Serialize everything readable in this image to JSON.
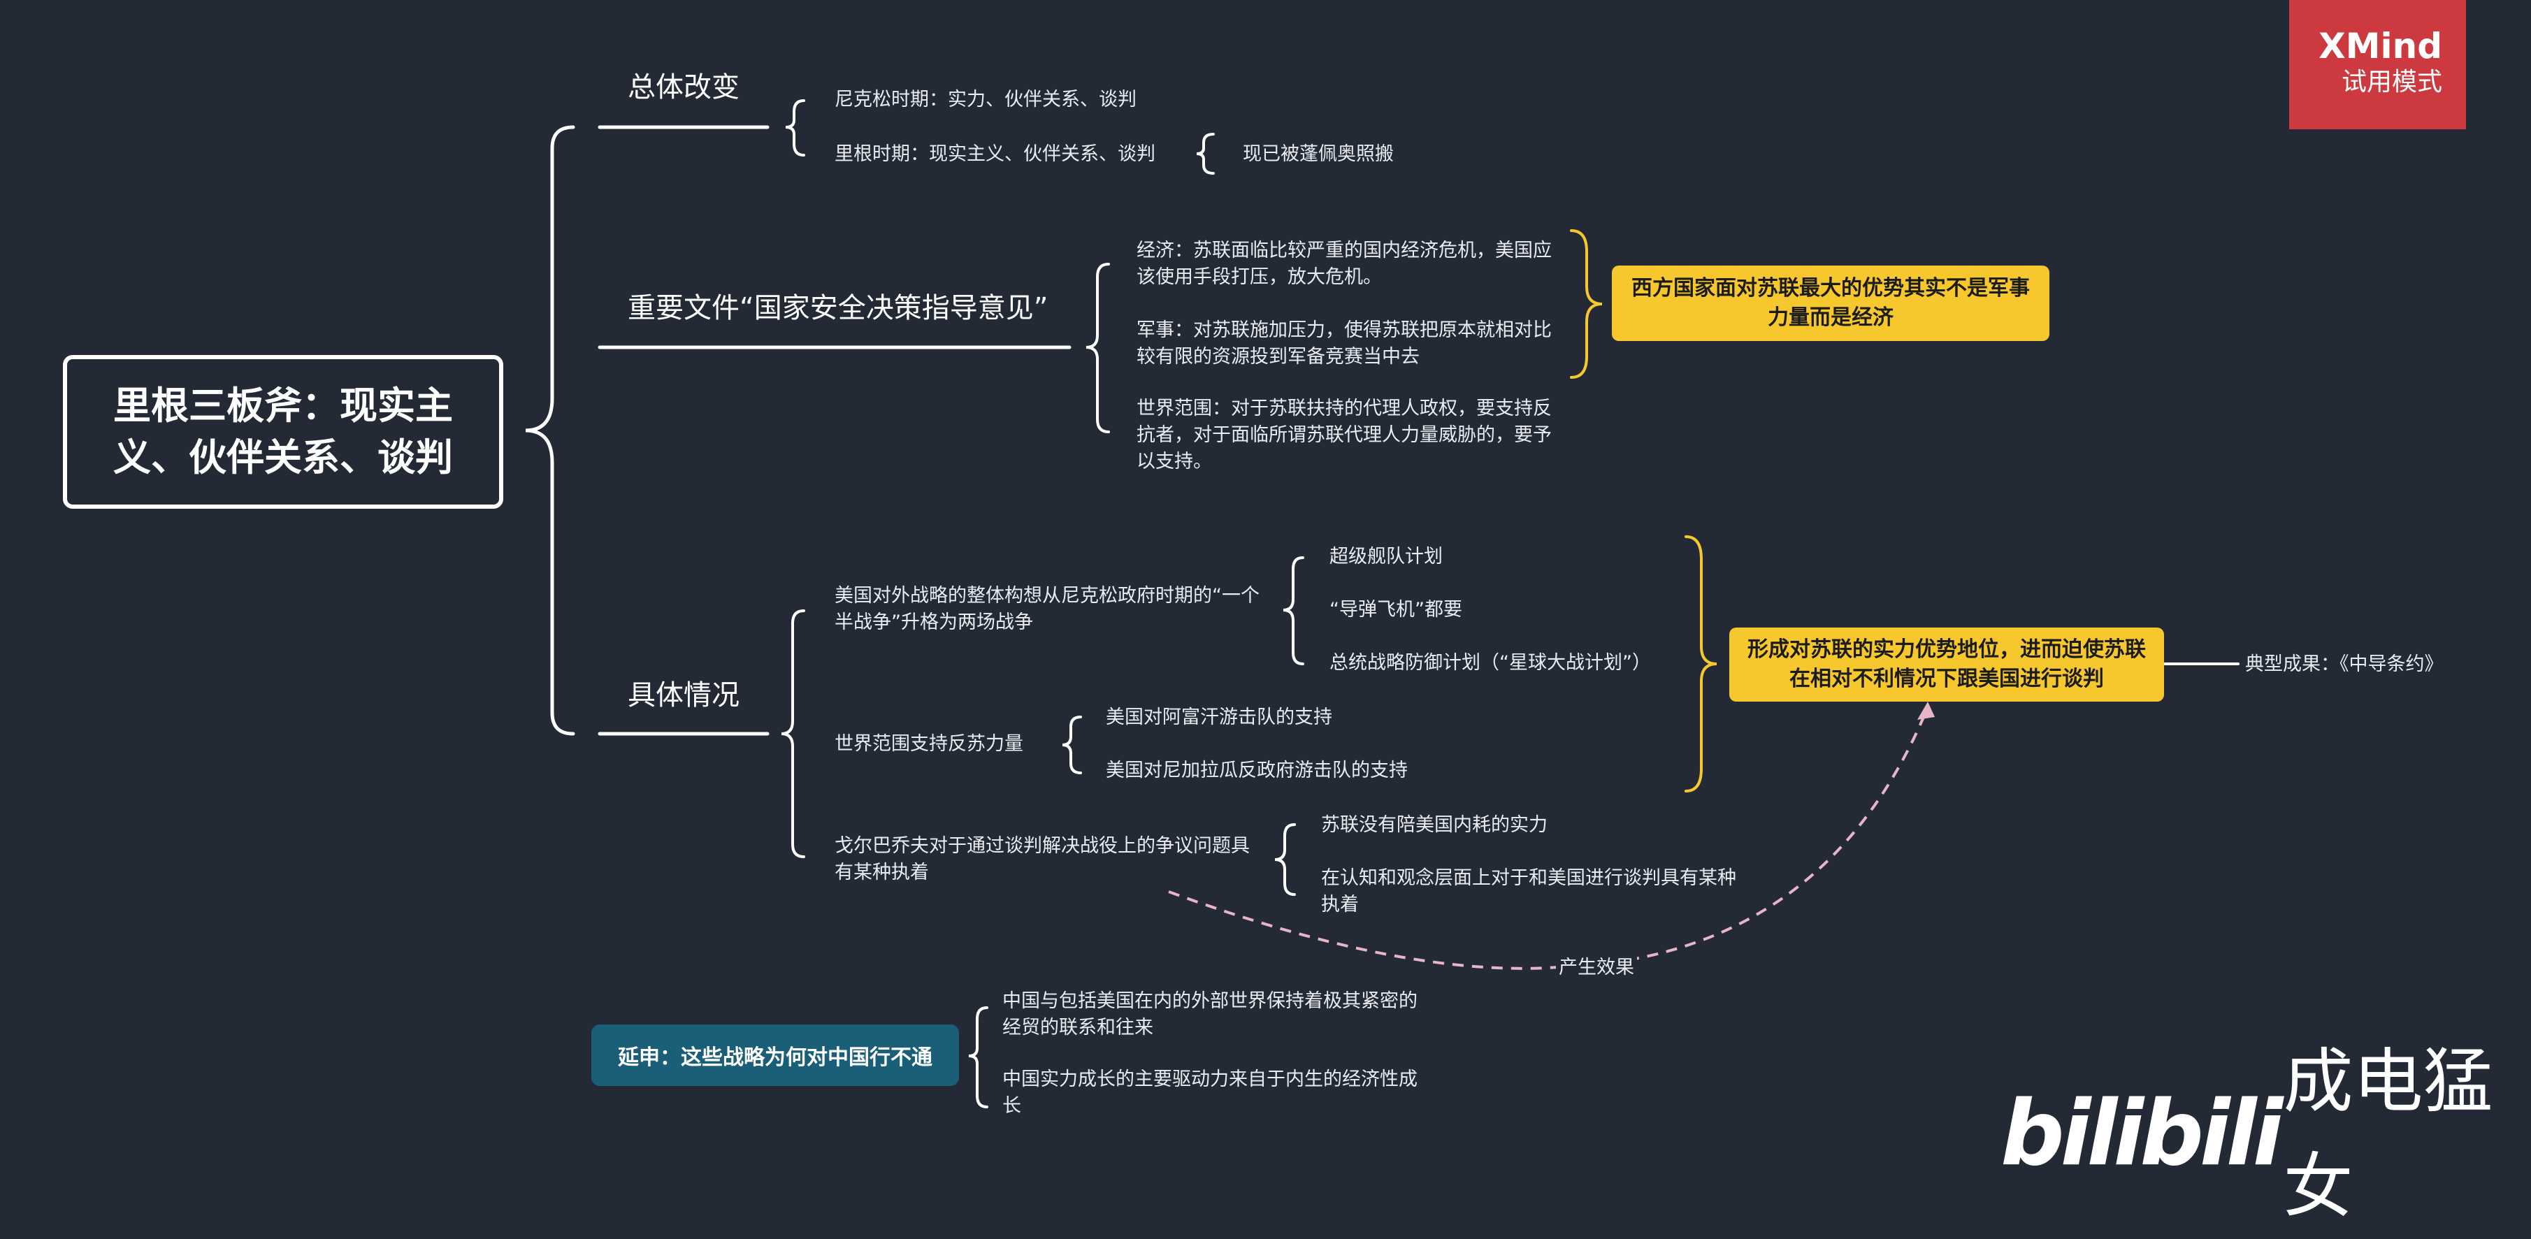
{
  "badge": {
    "brand": "XMind",
    "mode": "试用模式"
  },
  "watermark": {
    "logo": "bilibili",
    "name": "成电猛女"
  },
  "root": {
    "label": "里根三板斧：现实主义、伙伴关系、谈判"
  },
  "branches": {
    "overall": {
      "label": "总体改变",
      "nixon": "尼克松时期：实力、伙伴关系、谈判",
      "reagan": "里根时期：现实主义、伙伴关系、谈判",
      "reagan_note": "现已被蓬佩奥照搬"
    },
    "document": {
      "label": "重要文件“国家安全决策指导意见”",
      "economy": "经济：苏联面临比较严重的国内经济危机，美国应该使用手段打压，放大危机。",
      "military": "军事：对苏联施加压力，使得苏联把原本就相对比较有限的资源投到军备竞赛当中去",
      "world": "世界范围：对于苏联扶持的代理人政权，要支持反抗者，对于面临所谓苏联代理人力量威胁的，要予以支持。",
      "summary": "西方国家面对苏联最大的优势其实不是军事力量而是经济"
    },
    "details": {
      "label": "具体情况",
      "strategy": "美国对外战略的整体构想从尼克松政府时期的“一个半战争”升格为两场战争",
      "strategy_items": [
        "超级舰队计划",
        "“导弹飞机”都要",
        "总统战略防御计划（“星球大战计划”）"
      ],
      "support": "世界范围支持反苏力量",
      "support_items": [
        "美国对阿富汗游击队的支持",
        "美国对尼加拉瓜反政府游击队的支持"
      ],
      "gorbachev": "戈尔巴乔夫对于通过谈判解决战役上的争议问题具有某种执着",
      "gorbachev_items": [
        "苏联没有陪美国内耗的实力",
        "在认知和观念层面上对于和美国进行谈判具有某种执着"
      ],
      "result": "形成对苏联的实力优势地位，进而迫使苏联在相对不利情况下跟美国进行谈判",
      "result_example": "典型成果：《中导条约》",
      "effect_label": "产生效果"
    }
  },
  "extension": {
    "label": "延申：这些战略为何对中国行不通",
    "items": [
      "中国与包括美国在内的外部世界保持着极其紧密的经贸的联系和往来",
      "中国实力成长的主要驱动力来自于内生的经济性成长"
    ]
  },
  "colors": {
    "background": "#232a35",
    "line": "#ffffff",
    "yellow": "#f7c82d",
    "teal": "#1b5e77",
    "xmind_red": "#cc3a3f",
    "dashed": "#e8b4c8"
  }
}
